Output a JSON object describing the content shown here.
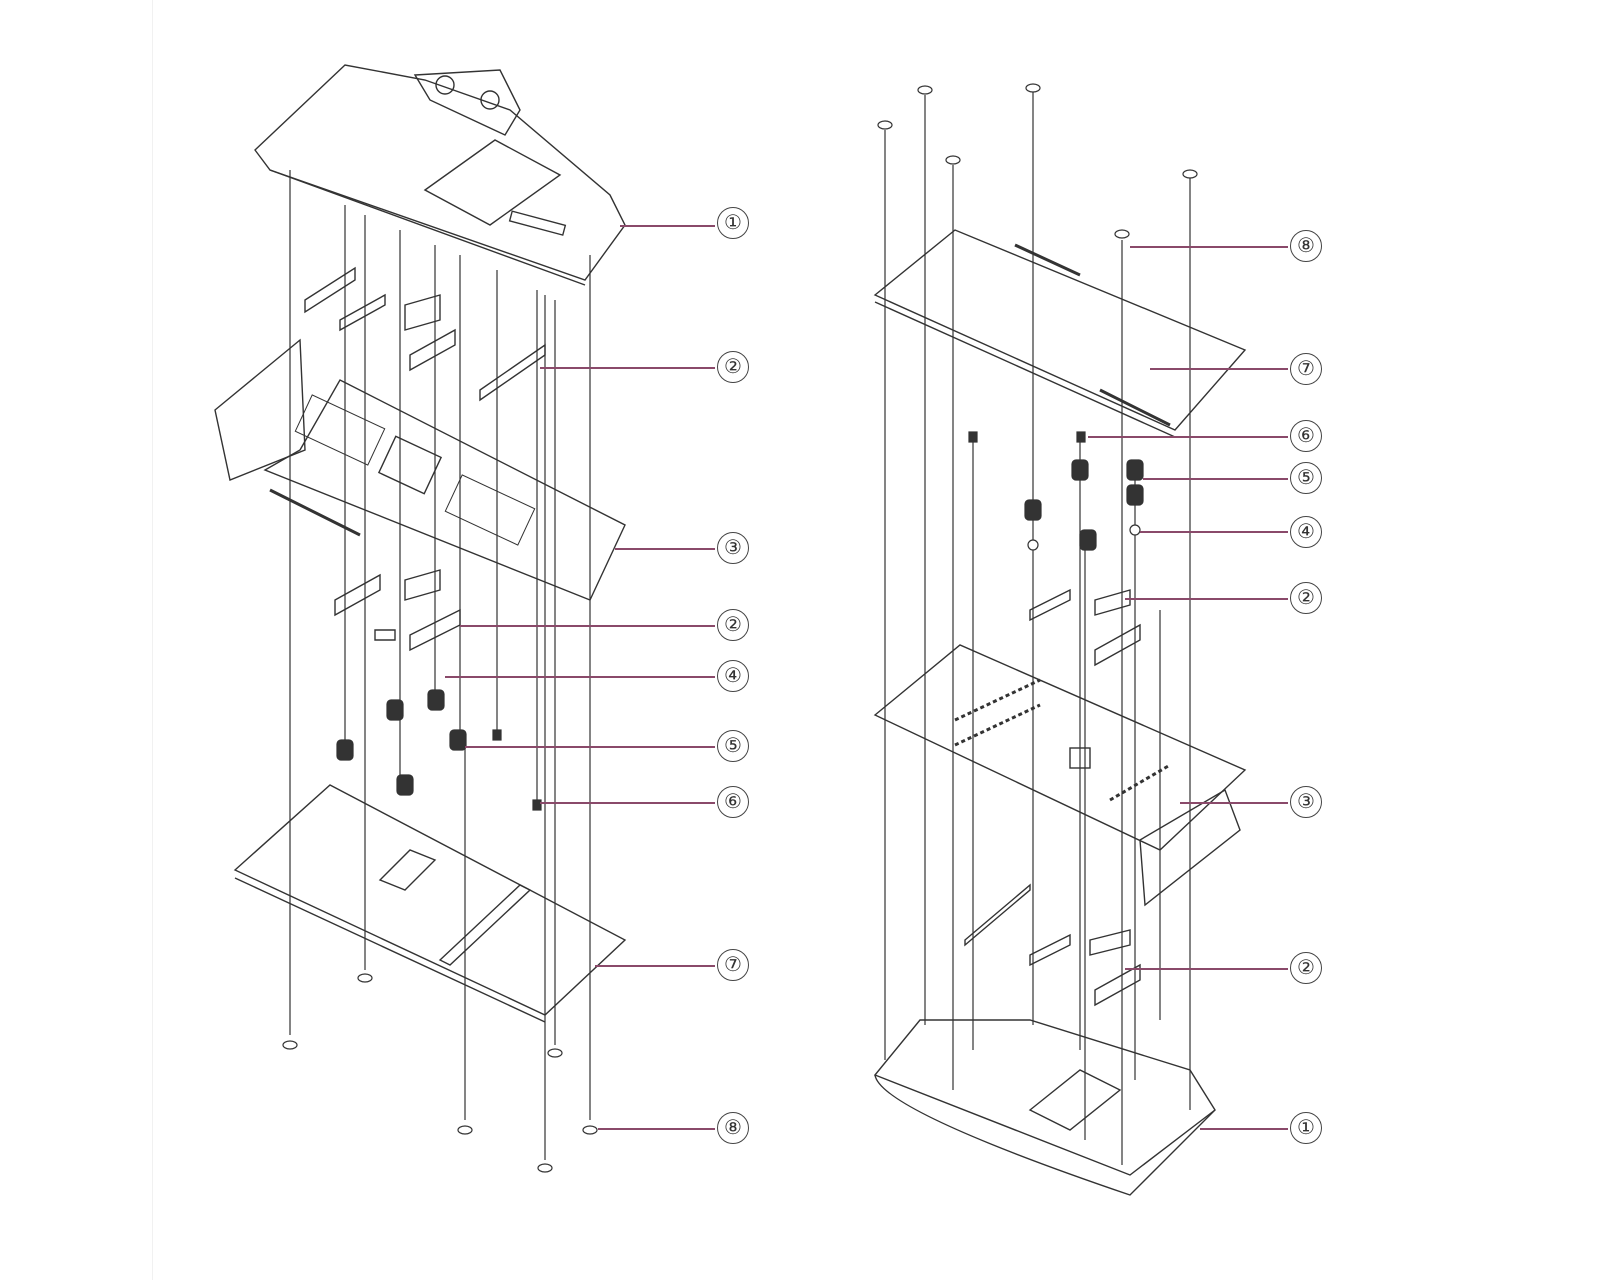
{
  "diagram": {
    "left_view": {
      "callouts": [
        {
          "label": "①",
          "part": 1
        },
        {
          "label": "②",
          "part": 2
        },
        {
          "label": "③",
          "part": 3
        },
        {
          "label": "②",
          "part": 2
        },
        {
          "label": "④",
          "part": 4
        },
        {
          "label": "⑤",
          "part": 5
        },
        {
          "label": "⑥",
          "part": 6
        },
        {
          "label": "⑦",
          "part": 7
        },
        {
          "label": "⑧",
          "part": 8
        }
      ]
    },
    "right_view": {
      "callouts": [
        {
          "label": "⑧",
          "part": 8
        },
        {
          "label": "⑦",
          "part": 7
        },
        {
          "label": "⑥",
          "part": 6
        },
        {
          "label": "⑤",
          "part": 5
        },
        {
          "label": "④",
          "part": 4
        },
        {
          "label": "②",
          "part": 2
        },
        {
          "label": "③",
          "part": 3
        },
        {
          "label": "②",
          "part": 2
        },
        {
          "label": "①",
          "part": 1
        }
      ]
    },
    "colors": {
      "line": "#333333",
      "leader": "#8a4a6a"
    }
  }
}
